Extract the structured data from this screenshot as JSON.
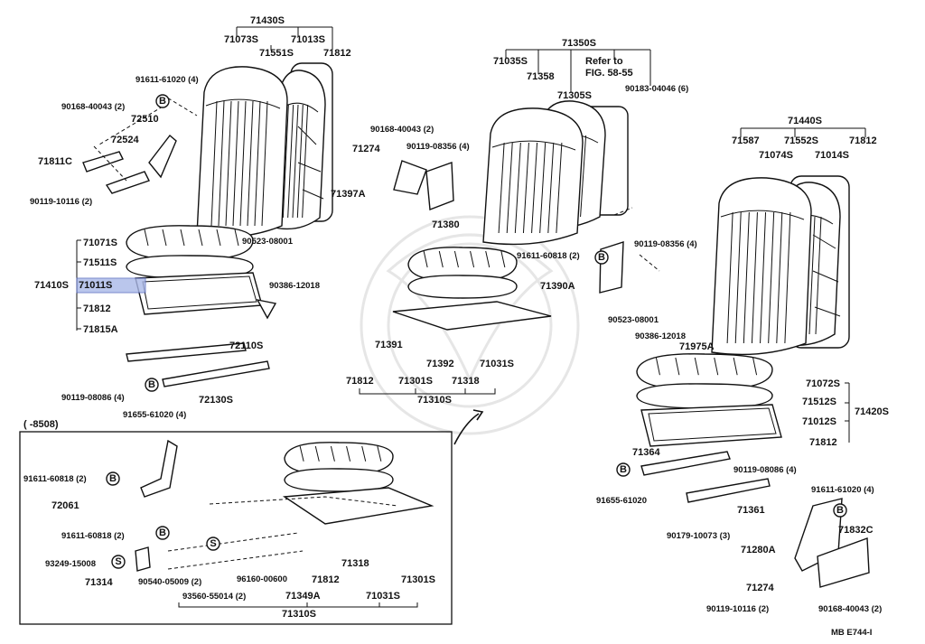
{
  "title_code": "MB  E744-I",
  "inset_date_label": "(      -8508)",
  "labels": {
    "p71430S": "71430S",
    "p71073S": "71073S",
    "p71013S": "71013S",
    "p71551S": "71551S",
    "p71812a": "71812",
    "p91611_61020_4a": "91611-61020 (4)",
    "p90168_40043_2a": "90168-40043 (2)",
    "p72510": "72510",
    "p72524": "72524",
    "p71811C": "71811C",
    "p90119_10116_2a": "90119-10116 (2)",
    "p71071S": "71071S",
    "p71511S": "71511S",
    "p71410S": "71410S",
    "p71011S": "71011S",
    "p71812b": "71812",
    "p71815A": "71815A",
    "p90523_08001a": "90523-08001",
    "p90386_12018a": "90386-12018",
    "p72110S": "72110S",
    "p90119_08086_4a": "90119-08086 (4)",
    "p72130S": "72130S",
    "p91655_61020_4": "91655-61020 (4)",
    "p71350S": "71350S",
    "p71035S": "71035S",
    "p71358": "71358",
    "p_refer1": "Refer to",
    "p_refer2": "FIG. 58-55",
    "p90183_04046_6": "90183-04046 (6)",
    "p71305S": "71305S",
    "p90168_40043_2b": "90168-40043 (2)",
    "p71274a": "71274",
    "p90119_08356_4a": "90119-08356 (4)",
    "p71397A": "71397A",
    "p71380": "71380",
    "p91611_60818_2a": "91611-60818 (2)",
    "p90119_08356_4b": "90119-08356 (4)",
    "p71390A": "71390A",
    "p71391": "71391",
    "p71392": "71392",
    "p71812c": "71812",
    "p71301Sa": "71301S",
    "p71318a": "71318",
    "p71031Sa": "71031S",
    "p71310Sa": "71310S",
    "p71440S": "71440S",
    "p71587": "71587",
    "p71552S": "71552S",
    "p71812d": "71812",
    "p71074S": "71074S",
    "p71014S": "71014S",
    "p90523_08001b": "90523-08001",
    "p90386_12018b": "90386-12018",
    "p71975A": "71975A",
    "p71072S": "71072S",
    "p71512S": "71512S",
    "p71420S": "71420S",
    "p71012S": "71012S",
    "p71812e": "71812",
    "p71364": "71364",
    "p90119_08086_4b": "90119-08086 (4)",
    "p91655_61020": "91655-61020",
    "p71361": "71361",
    "p91611_61020_4b": "91611-61020 (4)",
    "p90179_10073_3": "90179-10073 (3)",
    "p71832C": "71832C",
    "p71280A": "71280A",
    "p71274b": "71274",
    "p90119_10116_2b": "90119-10116 (2)",
    "p90168_40043_2c": "90168-40043 (2)",
    "p91611_60818_2b": "91611-60818 (2)",
    "p72061": "72061",
    "p91611_60818_2c": "91611-60818 (2)",
    "p93249_15008": "93249-15008",
    "p71314": "71314",
    "p90540_05009_2": "90540-05009 (2)",
    "p96160_00600": "96160-00600",
    "p71812f": "71812",
    "p71318b": "71318",
    "p71301Sb": "71301S",
    "p93560_55014_2": "93560-55014 (2)",
    "p71349A": "71349A",
    "p71031Sb": "71031S",
    "p71310Sb": "71310S"
  },
  "symbols": {
    "B": "B",
    "S": "S"
  }
}
